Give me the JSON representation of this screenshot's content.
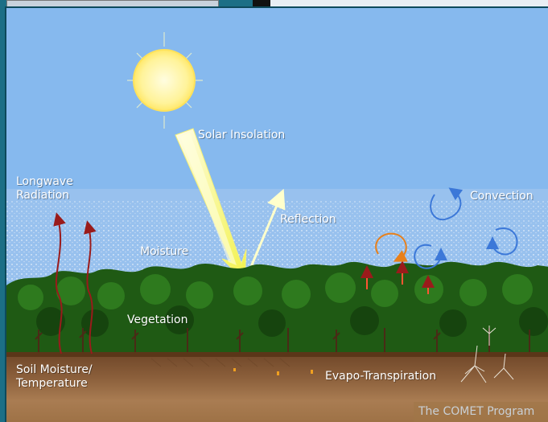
{
  "labels": {
    "solar_insolation": "Solar Insolation",
    "longwave_radiation": "Longwave\nRadiation",
    "reflection": "Reflection",
    "convection": "Convection",
    "moisture": "Moisture",
    "vegetation": "Vegetation",
    "soil": "Soil Moisture/\nTemperature",
    "evapo": "Evapo-Transpiration",
    "credit": "The COMET Program"
  },
  "colors": {
    "sky": "#86b9ee",
    "sun": "#fff9b0",
    "vegetation": "#1f5a14",
    "soil": "#7a4f30",
    "convection_blue": "#3c78d8",
    "convection_orange": "#e8801a",
    "longwave_red": "#9a1b1b"
  },
  "icons": [
    "sun-icon",
    "solar-ray-arrow",
    "reflection-arrow",
    "longwave-arrow",
    "convection-icon"
  ]
}
